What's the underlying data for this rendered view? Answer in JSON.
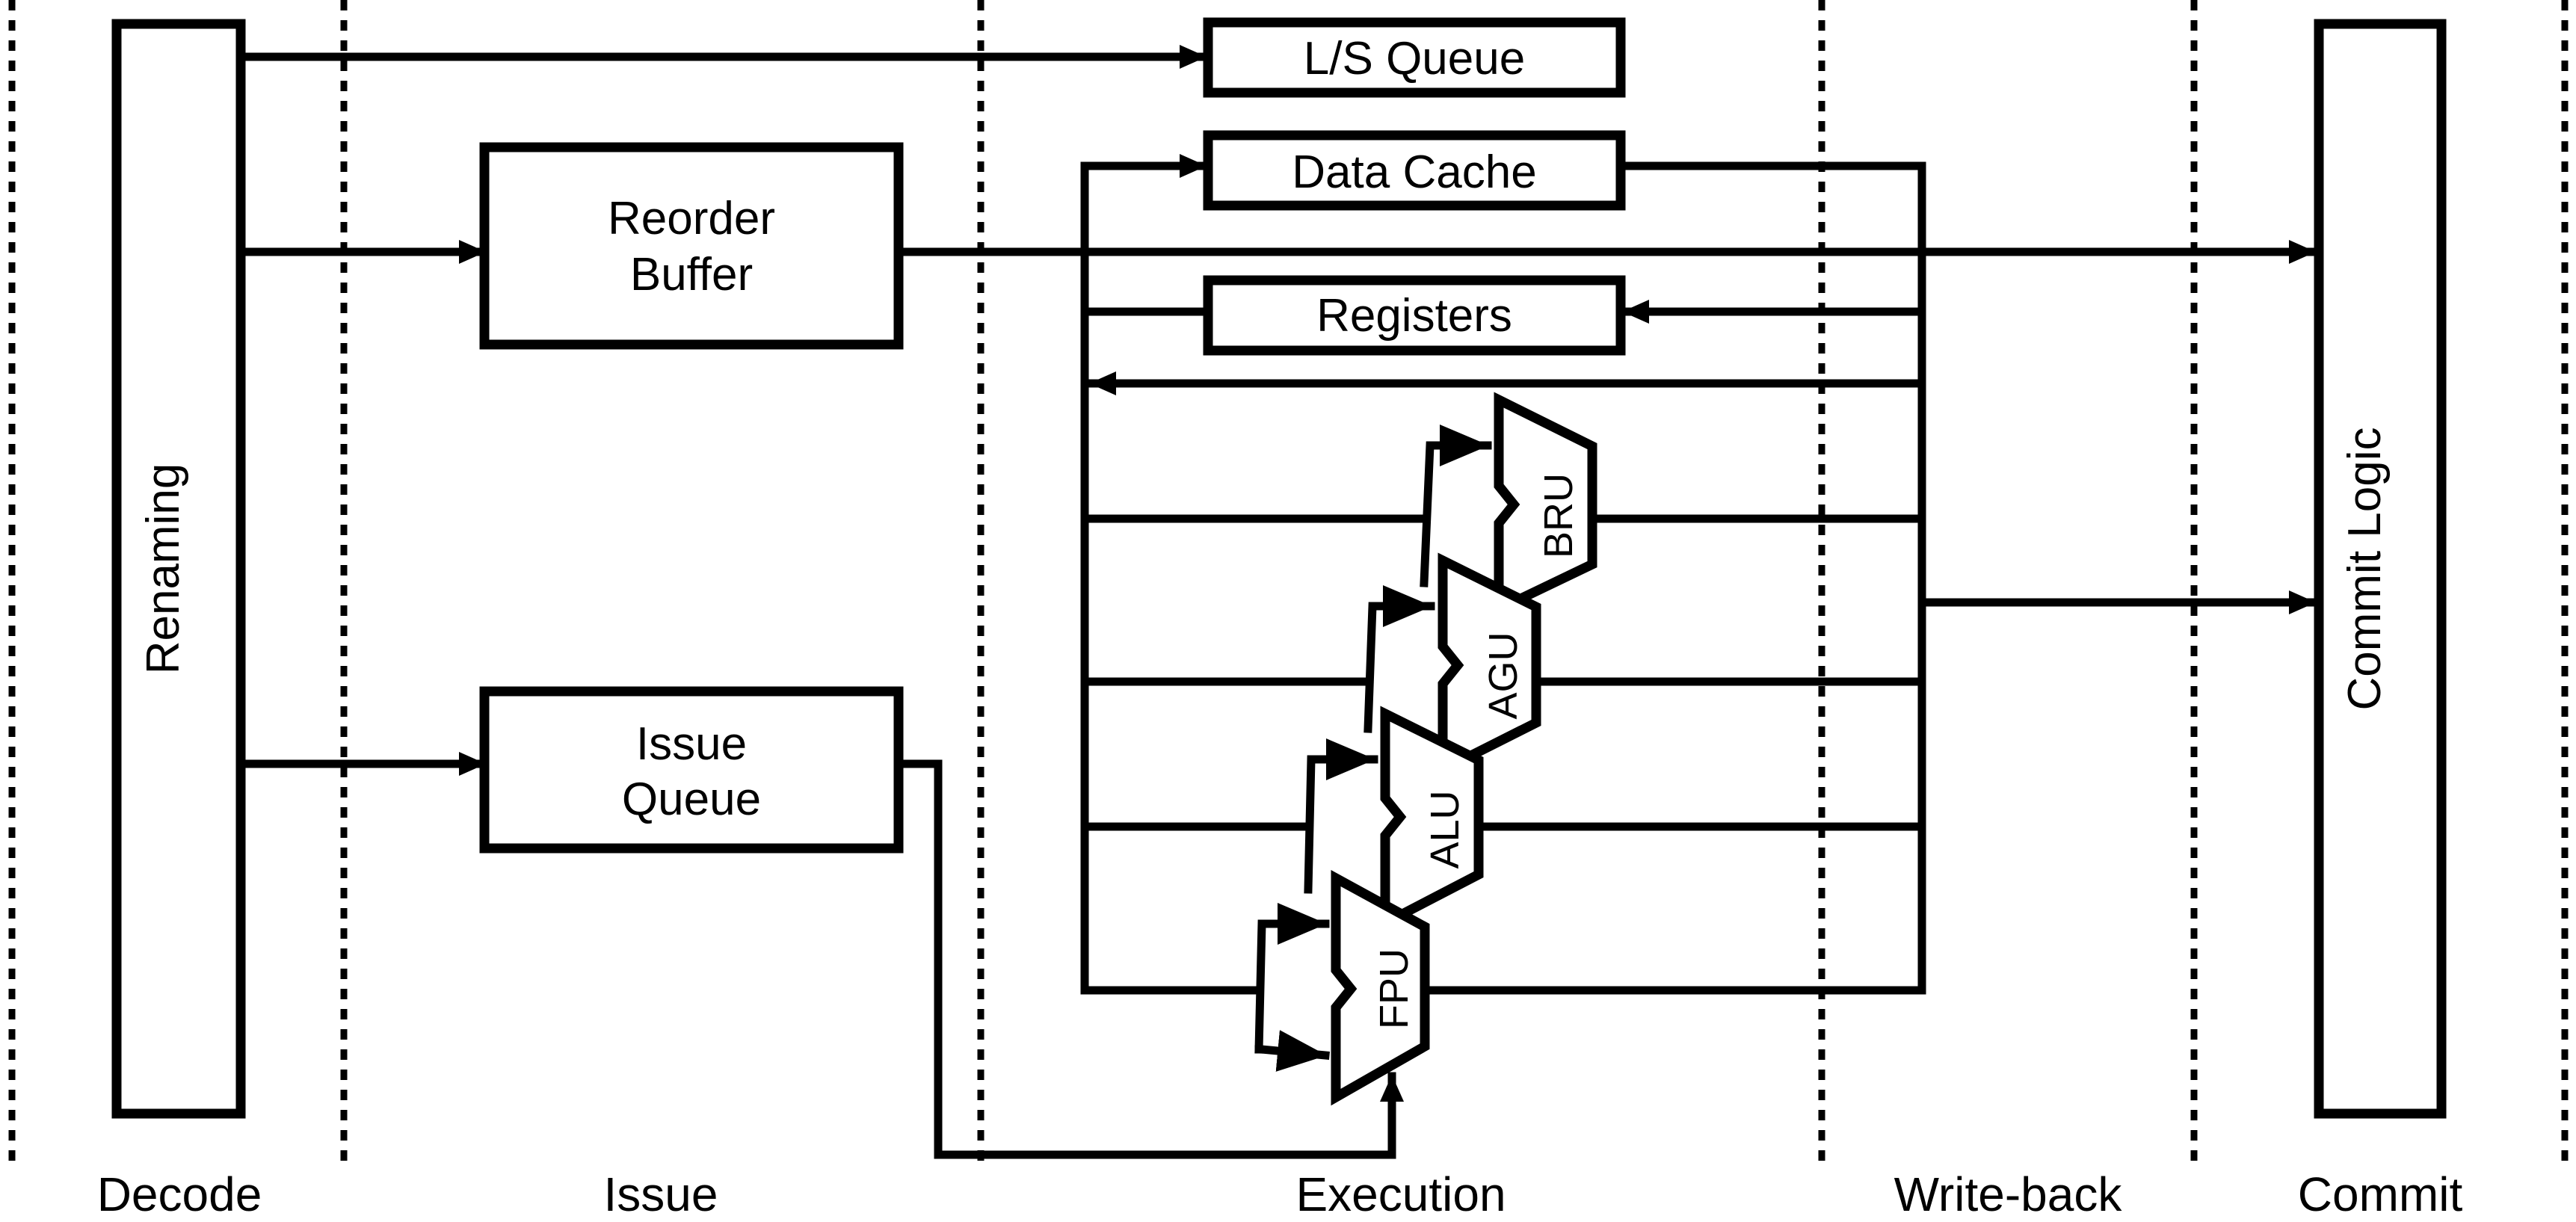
{
  "diagram": {
    "stages": [
      "Decode",
      "Issue",
      "Execution",
      "Write-back",
      "Commit"
    ],
    "blocks": {
      "renaming": "Renaming",
      "reorder_buffer": [
        "Reorder",
        "Buffer"
      ],
      "issue_queue": [
        "Issue",
        "Queue"
      ],
      "ls_queue": "L/S Queue",
      "data_cache": "Data Cache",
      "registers": "Registers",
      "commit_logic": "Commit Logic"
    },
    "units": [
      "BRU",
      "AGU",
      "ALU",
      "FPU"
    ]
  }
}
